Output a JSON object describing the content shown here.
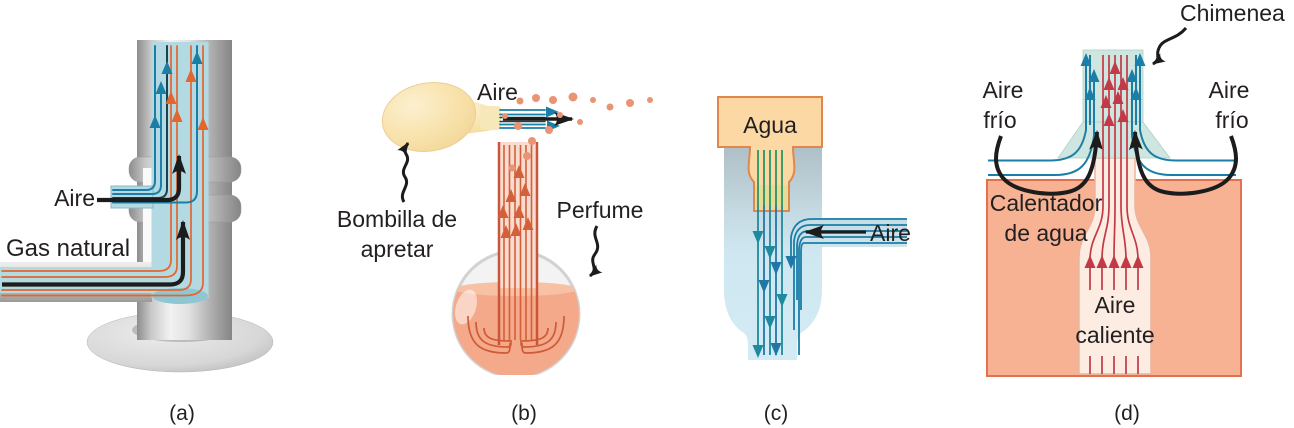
{
  "figure": {
    "background": "#ffffff",
    "panel_a": {
      "caption": "(a)",
      "label_aire": "Aire",
      "label_gas_natural": "Gas natural"
    },
    "panel_b": {
      "caption": "(b)",
      "label_aire": "Aire",
      "label_bombilla_line1": "Bombilla de",
      "label_bombilla_line2": "apretar",
      "label_perfume": "Perfume"
    },
    "panel_c": {
      "caption": "(c)",
      "label_agua": "Agua",
      "label_aire": "Aire"
    },
    "panel_d": {
      "caption": "(d)",
      "label_chimenea": "Chimenea",
      "label_aire_frio_left_line1": "Aire",
      "label_aire_frio_left_line2": "frío",
      "label_aire_frio_right_line1": "Aire",
      "label_aire_frio_right_line2": "frío",
      "label_calentador_line1": "Calentador",
      "label_calentador_line2": "de agua",
      "label_aire_caliente_line1": "Aire",
      "label_aire_caliente_line2": "caliente"
    },
    "colors": {
      "air_stream_blue": "#1b7ea6",
      "dark_stream_navy": "#17424e",
      "gas_stream_orange": "#e2662d",
      "hot_air_red": "#c23a47",
      "water_stream_teal": "#1f8a9b",
      "water_stream_green": "#3f9c62",
      "perfume_liquid": "#f4a98a",
      "droplet_salmon": "#ea9473",
      "bulb_tan": "#f8e1a9",
      "agua_funnel": "#fcd9a4",
      "heater_salmon": "#f6b293",
      "chimney_teal": "#cfe5df",
      "tube_interior_blue": "#b3d9e3",
      "arrow_black": "#1c1c1c"
    }
  }
}
